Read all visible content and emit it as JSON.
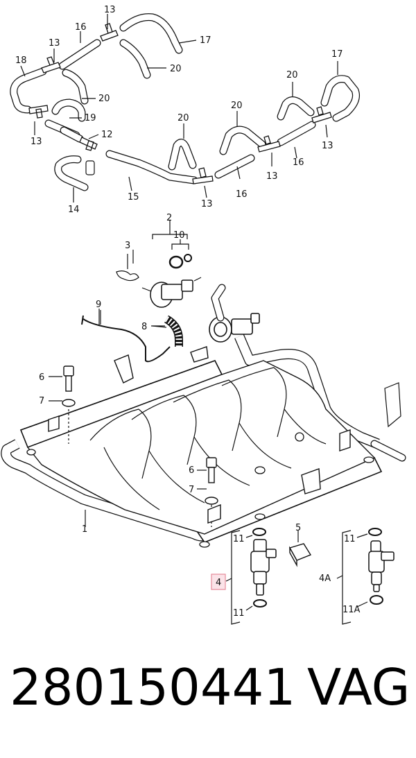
{
  "callouts": {
    "c13_top": "13",
    "c16_top": "16",
    "c17_left": "17",
    "c20_left_a": "20",
    "c18": "18",
    "c13_left_a": "13",
    "c20_left_b": "20",
    "c19": "19",
    "c13_left_b": "13",
    "c12": "12",
    "c14": "14",
    "c15": "15",
    "c20_mid": "20",
    "c13_mid": "13",
    "c20_center": "20",
    "c16_center": "16",
    "c13_center": "13",
    "c20_right": "20",
    "c17_right": "17",
    "c13_right": "13",
    "c16_right": "16",
    "c2": "2",
    "c10": "10",
    "c3": "3",
    "c9": "9",
    "c8": "8",
    "c6_left": "6",
    "c7_left": "7",
    "c6_mid": "6",
    "c7_mid": "7",
    "c1": "1",
    "c11_top": "11",
    "c4": "4",
    "c11_bottom": "11",
    "c5": "5",
    "c11_right_top": "11",
    "c4A": "4A",
    "c11A": "11A"
  },
  "part_number": "280150441",
  "brand": "VAG",
  "colors": {
    "highlight_border": "#e58a9a",
    "highlight_fill": "#fbe3e8",
    "ink": "#111111"
  }
}
